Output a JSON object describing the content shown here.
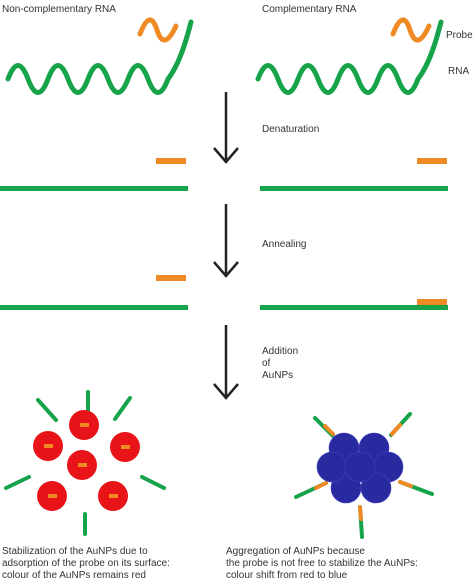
{
  "labels": {
    "non_complementary": "Non-complementary RNA",
    "complementary": "Complementary RNA",
    "probe": "Probe",
    "rna": "RNA"
  },
  "steps": {
    "denaturation": "Denaturation",
    "annealing": "Annealing",
    "addition_1": "Addition",
    "addition_2": "of",
    "addition_3": "AuNPs"
  },
  "captions": {
    "left": [
      "Stabilization of the AuNPs due to",
      "adsorption of the probe on its surface:",
      "colour of the AuNPs remains red"
    ],
    "right": [
      "Aggregation of AuNPs because",
      "the probe is not free to stabilize the AuNPs:",
      "colour shift from red to blue"
    ]
  },
  "colors": {
    "rna_strand": "#16a34a",
    "probe": "#f08a24",
    "aunp_red": "#e8141a",
    "aunp_blue": "#2a2aa0",
    "arrow": "#222222"
  }
}
